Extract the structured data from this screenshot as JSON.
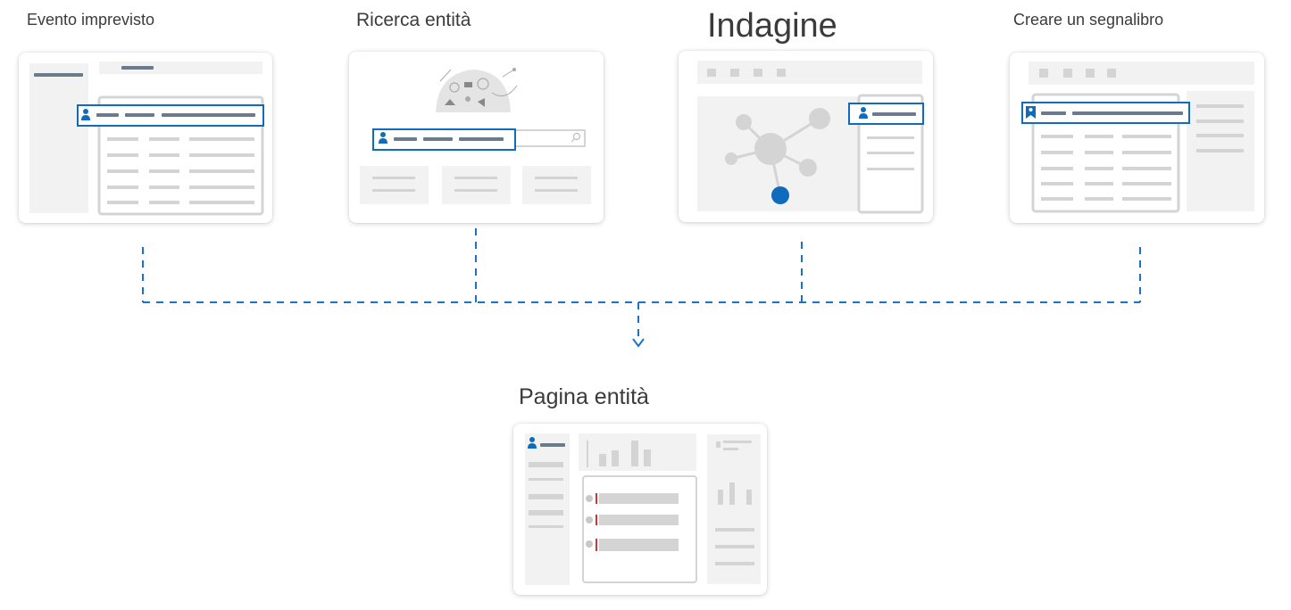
{
  "labels": {
    "incident": "Evento imprevisto",
    "entity_search": "Ricerca entità",
    "investigation": "Indagine",
    "bookmark": "Creare un segnalibro",
    "entity_page": "Pagina entità"
  },
  "icons": {
    "entity": "person-icon",
    "bookmark": "bookmark-icon",
    "search": "magnifier-icon",
    "graph": "node-graph-icon",
    "arrow": "arrow-down-icon"
  },
  "colors": {
    "accent_blue": "#0f6cbd",
    "connector_blue": "#1a73c8",
    "placeholder_gray": "#d4d4d4",
    "text_bar_gray": "#6b7a8c",
    "panel_gray": "#f2f2f2",
    "alert_red": "#d13438"
  }
}
